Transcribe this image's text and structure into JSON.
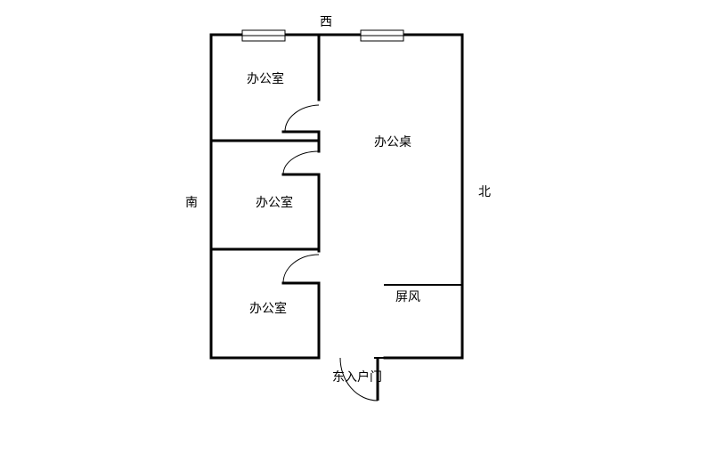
{
  "compass": {
    "west": "西",
    "south": "南",
    "north": "北"
  },
  "rooms": {
    "office_top": "办公室",
    "office_middle": "办公室",
    "office_bottom": "办公室",
    "desk_area": "办公桌",
    "screen": "屏风"
  },
  "entrance": {
    "label": "东入户门"
  },
  "colors": {
    "wall": "#000000",
    "background": "#ffffff"
  }
}
